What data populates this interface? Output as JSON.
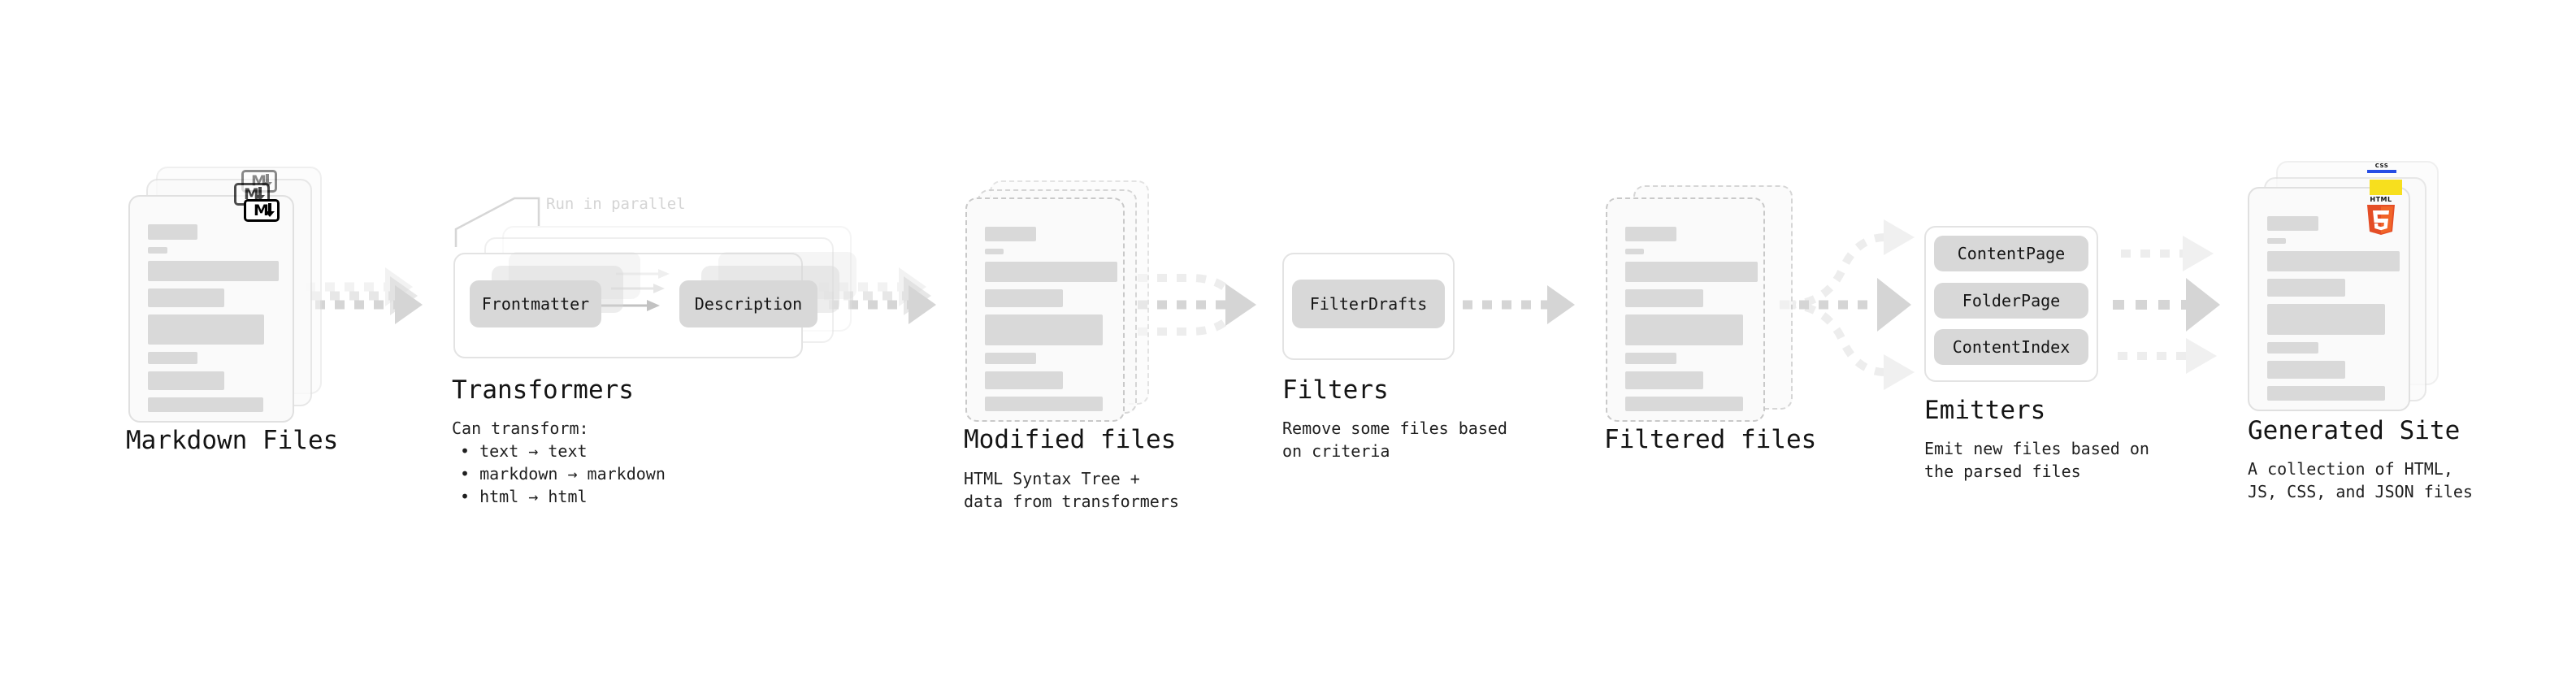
{
  "diagram": {
    "title_font_note": "monospace",
    "colors": {
      "text": "#141414",
      "muted_text": "#1f1f1f",
      "ghost_text": "#d4d4d4",
      "card_bg": "#fafafa",
      "card_border": "#e0e0e0",
      "dashed_border": "#c9c9c9",
      "line_fill": "#d9d9d9",
      "pill_fill": "#d8d8d8",
      "arrow_fill": "#d5d5d5",
      "html5_orange": "#e44d26",
      "html5_orange_light": "#f16529",
      "js_yellow": "#f7df1e",
      "css_blue": "#264de4"
    }
  },
  "stages": [
    {
      "id": "markdown-files",
      "title": "Markdown Files",
      "subtitle": "",
      "badge": "markdown-icon",
      "badge_text": "M"
    },
    {
      "id": "transformers",
      "title": "Transformers",
      "subtitle_lead": "Can transform:",
      "bullets": [
        "text → text",
        "markdown → markdown",
        "html → html"
      ],
      "annotation": "Run in parallel",
      "pills": [
        "Frontmatter",
        "Description"
      ]
    },
    {
      "id": "modified-files",
      "title": "Modified files",
      "subtitle_lines": [
        "HTML Syntax Tree +",
        "data from transformers"
      ]
    },
    {
      "id": "filters",
      "title": "Filters",
      "subtitle_lines": [
        "Remove some files based",
        "on criteria"
      ],
      "pills": [
        "FilterDrafts"
      ]
    },
    {
      "id": "filtered-files",
      "title": "Filtered files",
      "subtitle_lines": []
    },
    {
      "id": "emitters",
      "title": "Emitters",
      "subtitle_lines": [
        "Emit new files based on",
        "the parsed files"
      ],
      "pills": [
        "ContentPage",
        "FolderPage",
        "ContentIndex"
      ]
    },
    {
      "id": "generated-site",
      "title": "Generated Site",
      "subtitle_lines": [
        "A collection of HTML,",
        "JS, CSS, and JSON files"
      ],
      "badges": [
        "html5-icon",
        "js-icon",
        "css-icon"
      ],
      "badge_labels": {
        "html5": "HTML",
        "html5_digit": "5",
        "css": "CSS"
      }
    }
  ]
}
